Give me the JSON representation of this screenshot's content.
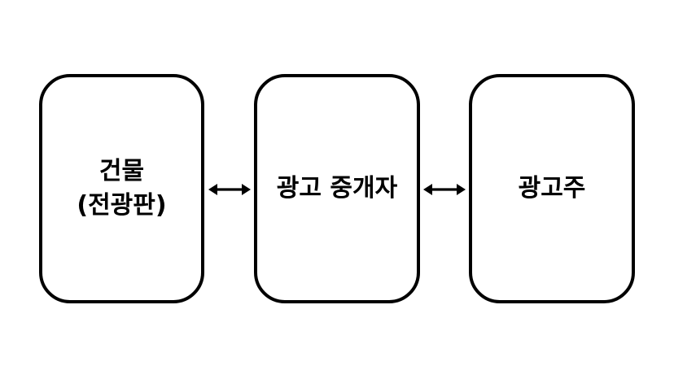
{
  "diagram": {
    "nodes": [
      {
        "id": "building",
        "lines": [
          "건물",
          "(전광판)"
        ]
      },
      {
        "id": "broker",
        "lines": [
          "광고 중개자"
        ]
      },
      {
        "id": "advertiser",
        "lines": [
          "광고주"
        ]
      }
    ],
    "edges": [
      {
        "from": "building",
        "to": "broker",
        "direction": "bidirectional"
      },
      {
        "from": "broker",
        "to": "advertiser",
        "direction": "bidirectional"
      }
    ],
    "colors": {
      "stroke": "#000000",
      "background": "#ffffff"
    }
  }
}
